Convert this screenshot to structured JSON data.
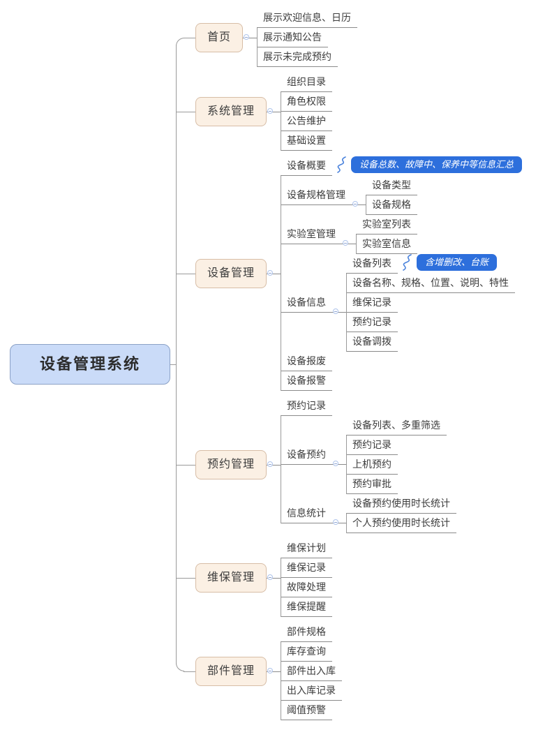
{
  "colors": {
    "callout-bg": "#2d6fdc",
    "root-bg": "#cadbf8",
    "root-border": "#8ba1c6",
    "branch-bg": "#fbf0e4",
    "branch-border": "#d7bda6",
    "line": "#9a9a9a"
  },
  "tree": {
    "root": "设备管理系统",
    "branches": [
      {
        "label": "首页",
        "children": [
          {
            "label": "展示欢迎信息、日历"
          },
          {
            "label": "展示通知公告"
          },
          {
            "label": "展示未完成预约"
          }
        ]
      },
      {
        "label": "系统管理",
        "children": [
          {
            "label": "组织目录"
          },
          {
            "label": "角色权限"
          },
          {
            "label": "公告维护"
          },
          {
            "label": "基础设置"
          }
        ]
      },
      {
        "label": "设备管理",
        "children": [
          {
            "label": "设备概要",
            "callout": "设备总数、故障中、保养中等信息汇总"
          },
          {
            "label": "设备规格管理",
            "children": [
              {
                "label": "设备类型"
              },
              {
                "label": "设备规格"
              }
            ]
          },
          {
            "label": "实验室管理",
            "children": [
              {
                "label": "实验室列表"
              },
              {
                "label": "实验室信息"
              }
            ]
          },
          {
            "label": "设备信息",
            "children": [
              {
                "label": "设备列表",
                "callout": "含增删改、台账"
              },
              {
                "label": "设备名称、规格、位置、说明、特性"
              },
              {
                "label": "维保记录"
              },
              {
                "label": "预约记录"
              },
              {
                "label": "设备调拨"
              }
            ]
          },
          {
            "label": "设备报废"
          },
          {
            "label": "设备报警"
          }
        ]
      },
      {
        "label": "预约管理",
        "children": [
          {
            "label": "预约记录"
          },
          {
            "label": "设备预约",
            "children": [
              {
                "label": "设备列表、多重筛选"
              },
              {
                "label": "预约记录"
              },
              {
                "label": "上机预约"
              },
              {
                "label": "预约审批"
              }
            ]
          },
          {
            "label": "信息统计",
            "children": [
              {
                "label": "设备预约使用时长统计"
              },
              {
                "label": "个人预约使用时长统计"
              }
            ]
          }
        ]
      },
      {
        "label": "维保管理",
        "children": [
          {
            "label": "维保计划"
          },
          {
            "label": "维保记录"
          },
          {
            "label": "故障处理"
          },
          {
            "label": "维保提醒"
          }
        ]
      },
      {
        "label": "部件管理",
        "children": [
          {
            "label": "部件规格"
          },
          {
            "label": "库存查询"
          },
          {
            "label": "部件出入库"
          },
          {
            "label": "出入库记录"
          },
          {
            "label": "阈值预警"
          }
        ]
      }
    ]
  }
}
